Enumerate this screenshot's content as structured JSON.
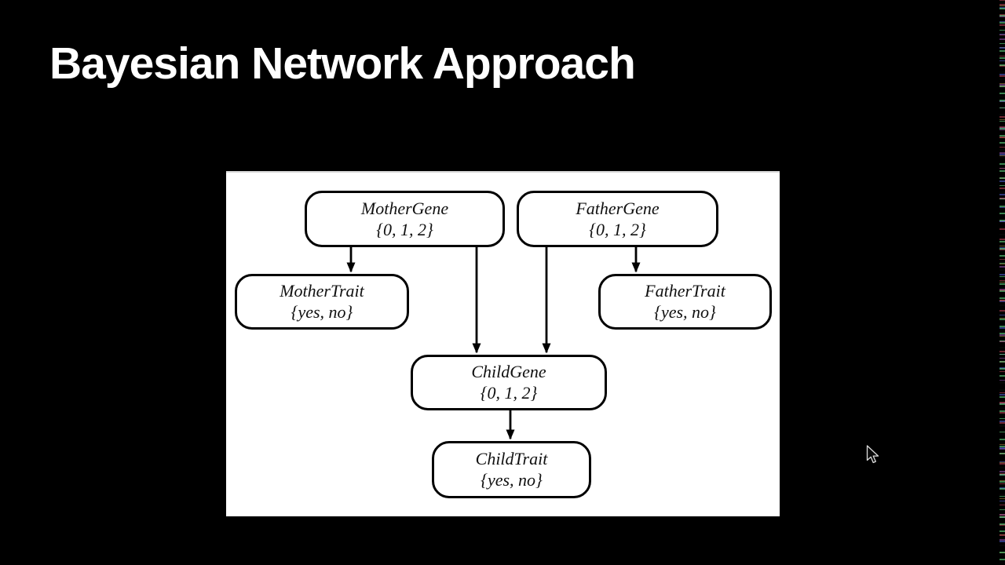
{
  "slide": {
    "title": "Bayesian Network Approach",
    "background_color": "#000000",
    "title_color": "#ffffff"
  },
  "diagram": {
    "type": "bayesian-network",
    "panel_background": "#ffffff",
    "node_fill": "#ffffff",
    "node_border_color": "#000000",
    "edge_color": "#000000",
    "nodes": [
      {
        "id": "mother-gene",
        "label": "MotherGene",
        "values": "{0, 1, 2}"
      },
      {
        "id": "father-gene",
        "label": "FatherGene",
        "values": "{0, 1, 2}"
      },
      {
        "id": "mother-trait",
        "label": "MotherTrait",
        "values": "{yes, no}"
      },
      {
        "id": "father-trait",
        "label": "FatherTrait",
        "values": "{yes, no}"
      },
      {
        "id": "child-gene",
        "label": "ChildGene",
        "values": "{0, 1, 2}"
      },
      {
        "id": "child-trait",
        "label": "ChildTrait",
        "values": "{yes, no}"
      }
    ],
    "edges": [
      {
        "from": "MotherGene",
        "to": "MotherTrait"
      },
      {
        "from": "MotherGene",
        "to": "ChildGene"
      },
      {
        "from": "FatherGene",
        "to": "FatherTrait"
      },
      {
        "from": "FatherGene",
        "to": "ChildGene"
      },
      {
        "from": "ChildGene",
        "to": "ChildTrait"
      }
    ],
    "icons": [
      {
        "name": "mouse-pointer-icon"
      }
    ]
  }
}
